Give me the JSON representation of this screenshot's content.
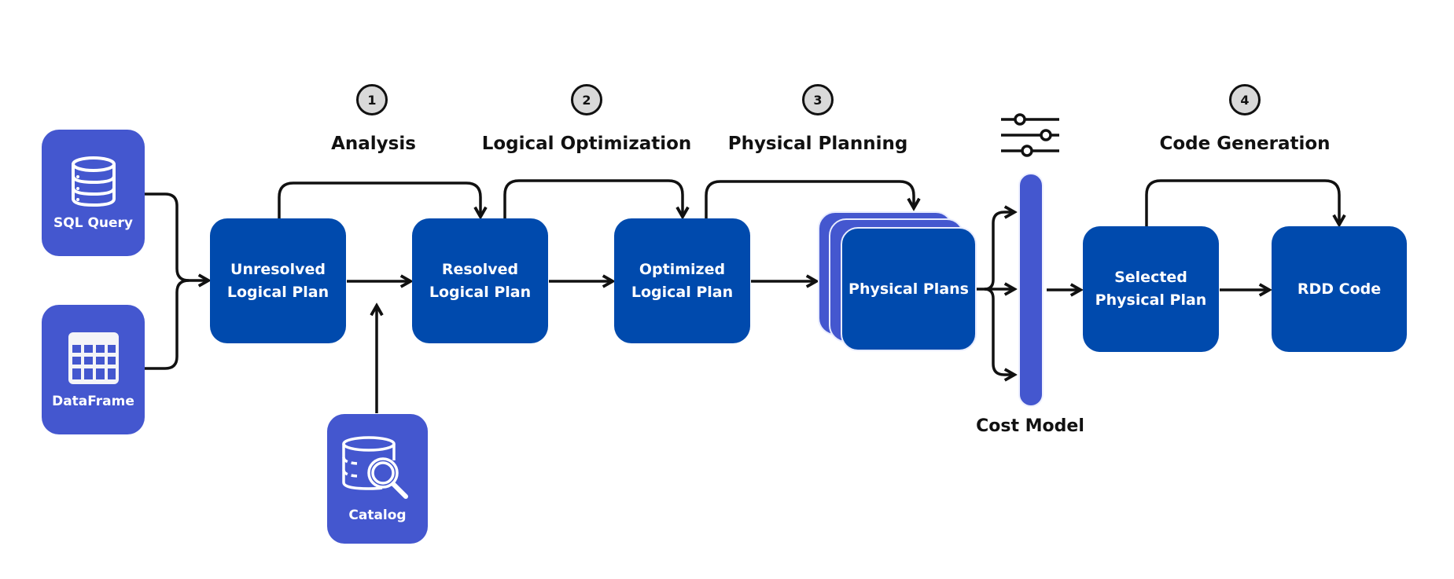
{
  "diagram": {
    "title": "Spark Catalyst query optimization pipeline",
    "colors": {
      "plan_box": "#004aad",
      "source_box": "#4457cf",
      "badge_fill": "#d9d9d9",
      "line": "#111111"
    },
    "stages": [
      {
        "number": "1",
        "label": "Analysis"
      },
      {
        "number": "2",
        "label": "Logical Optimization"
      },
      {
        "number": "3",
        "label": "Physical Planning"
      },
      {
        "number": "4",
        "label": "Code Generation"
      }
    ],
    "sources": {
      "sql_query": {
        "label": "SQL Query",
        "icon": "database-icon"
      },
      "dataframe": {
        "label": "DataFrame",
        "icon": "table-grid-icon"
      },
      "catalog": {
        "label": "Catalog",
        "icon": "database-search-icon"
      }
    },
    "plans": {
      "unresolved": {
        "line1": "Unresolved",
        "line2": "Logical Plan"
      },
      "resolved": {
        "line1": "Resolved",
        "line2": "Logical Plan"
      },
      "optimized": {
        "line1": "Optimized",
        "line2": "Logical Plan"
      },
      "physical": {
        "line1": "Physical Plans"
      },
      "selected": {
        "line1": "Selected",
        "line2": "Physical Plan"
      },
      "rdd": {
        "line1": "RDD Code"
      }
    },
    "cost_model": {
      "label": "Cost Model",
      "icon": "sliders-icon"
    }
  }
}
